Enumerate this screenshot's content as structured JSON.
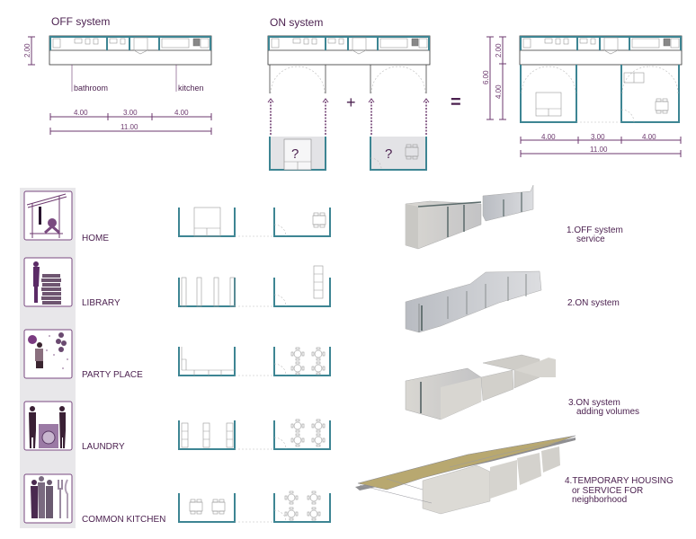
{
  "plans": {
    "off_title": "OFF system",
    "on_title": "ON system",
    "plus": "+",
    "equals": "=",
    "off_labels": {
      "bathroom": "bathroom",
      "kitchen": "kitchen"
    },
    "off_dims": {
      "height": "2.00",
      "seg1": "4.00",
      "seg2": "3.00",
      "seg3": "4.00",
      "total": "11.00"
    },
    "module_unknown": "?",
    "result_dims": {
      "total_height": "6.00",
      "top": "2.00",
      "bottom": "4.00",
      "seg1": "4.00",
      "seg2": "3.00",
      "seg3": "4.00",
      "total": "11.00"
    }
  },
  "uses": [
    {
      "label": "HOME",
      "icon": "home-icon"
    },
    {
      "label": "LIBRARY",
      "icon": "library-icon"
    },
    {
      "label": "PARTY PLACE",
      "icon": "party-icon"
    },
    {
      "label": "LAUNDRY",
      "icon": "laundry-icon"
    },
    {
      "label": "COMMON KITCHEN",
      "icon": "kitchen-icon"
    }
  ],
  "steps": [
    {
      "line1": "1.OFF system",
      "line2": "service"
    },
    {
      "line1": "2.ON system"
    },
    {
      "line1": "3.ON system",
      "line2": "adding volumes"
    },
    {
      "line1": "4.TEMPORARY HOUSING",
      "line2": "or  SERVICE FOR",
      "line3": "neighborhood"
    }
  ],
  "colors": {
    "text": "#4a1f4e",
    "wall": "#3d8593",
    "sidebar": "#e8e7ea"
  }
}
